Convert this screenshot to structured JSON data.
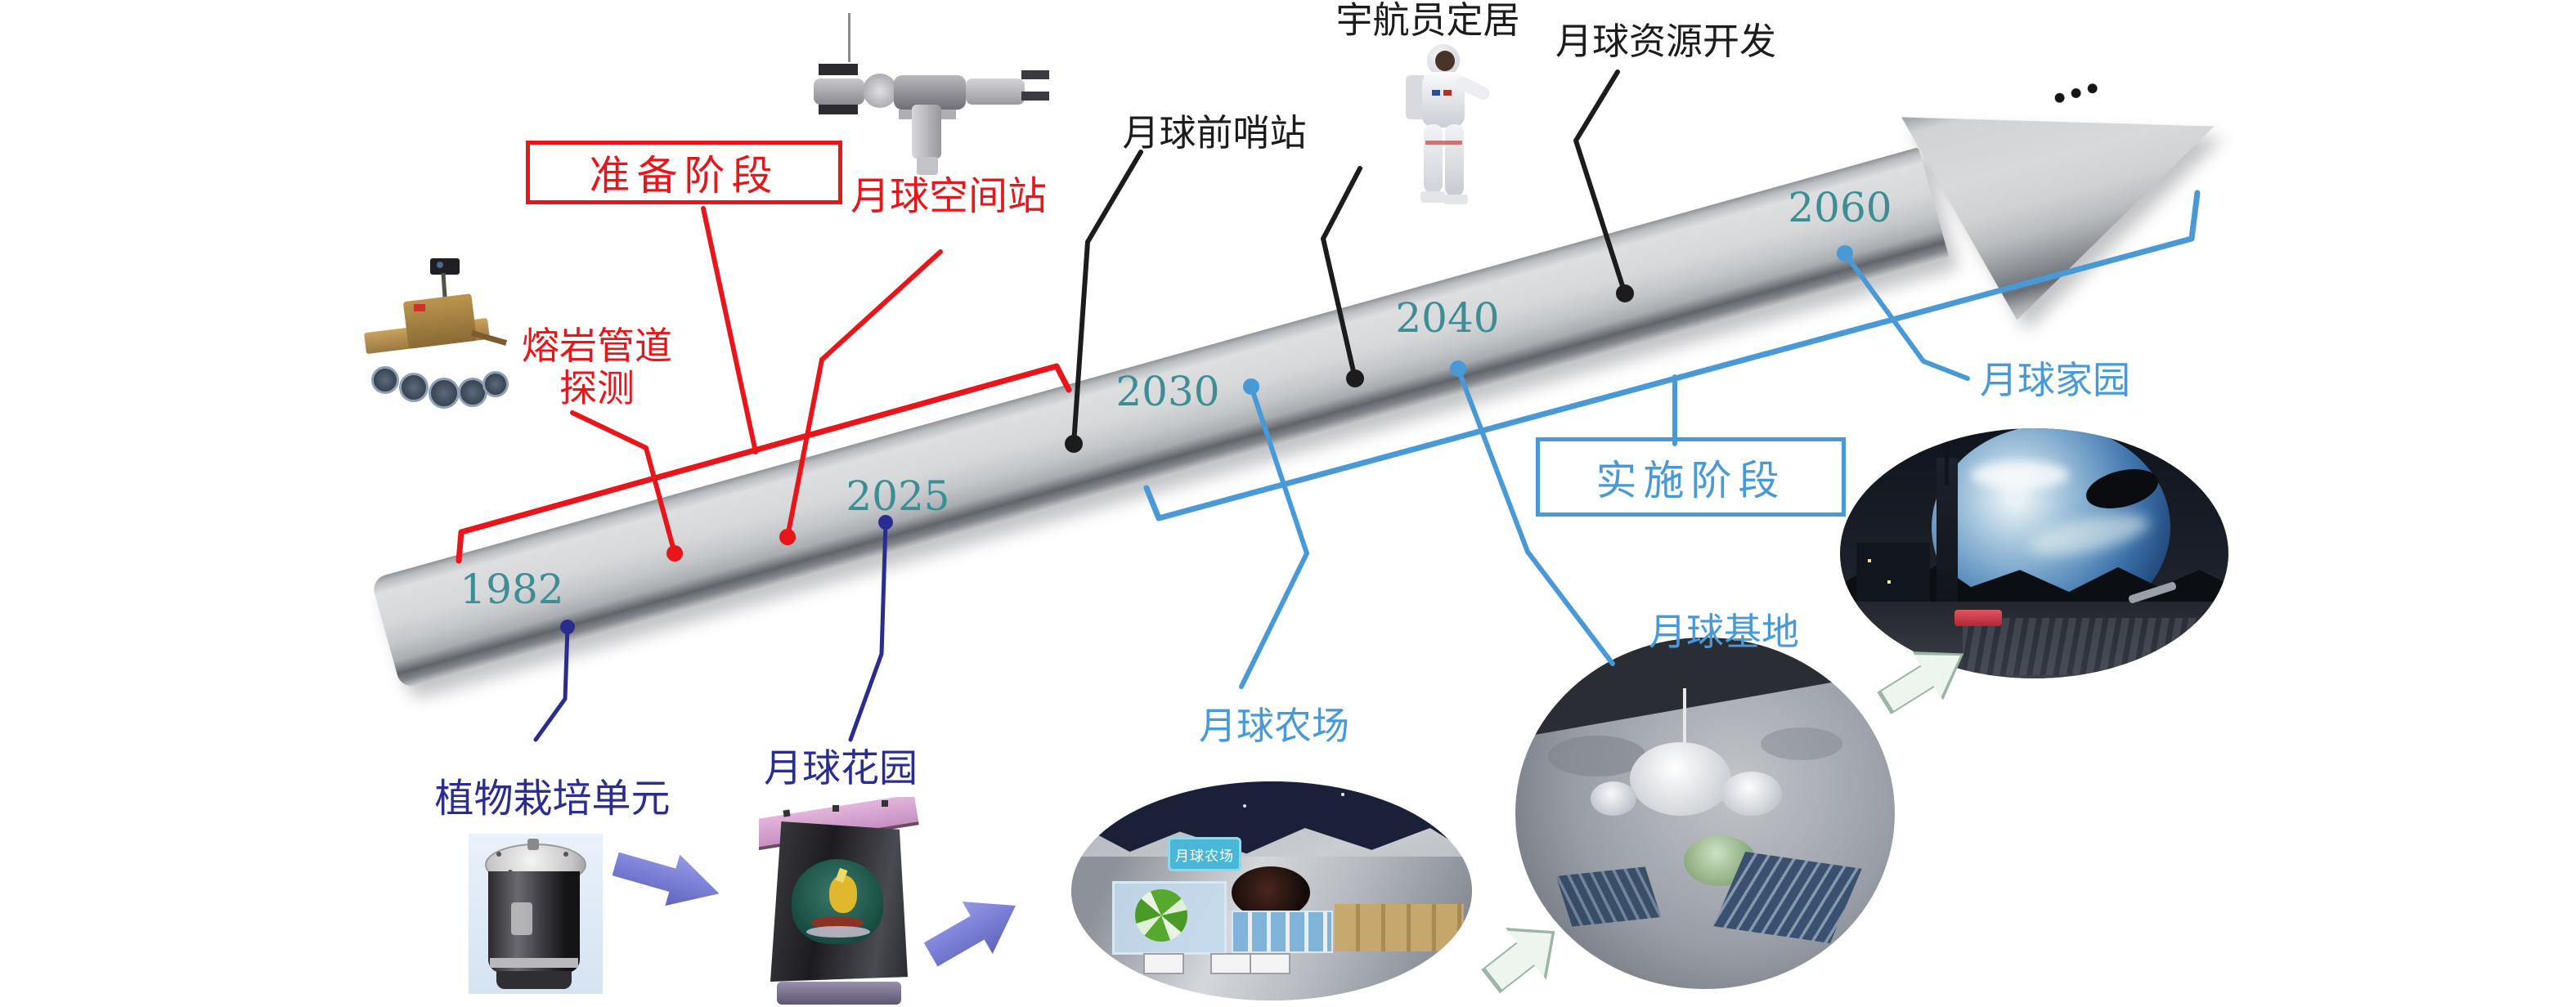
{
  "figure": {
    "type": "timeline-roadmap",
    "language": "zh-CN",
    "subject": "lunar exploration and habitation roadmap"
  },
  "timeline": {
    "years": [
      "1982",
      "2025",
      "2030",
      "2040",
      "2060"
    ],
    "year_color": "#3d8d95",
    "continuation_marker": "…"
  },
  "phases": {
    "prep": "准备阶段",
    "impl": "实施阶段"
  },
  "labels": {
    "lava1": "熔岩管道",
    "lava2": "探测",
    "station": "月球空间站",
    "outpost": "月球前哨站",
    "settlement": "宇航员定居",
    "resources": "月球资源开发",
    "plant": "植物栽培单元",
    "garden": "月球花园",
    "farm": "月球农场",
    "base": "月球基地",
    "home": "月球家园",
    "farm_sign": "月球农场"
  },
  "colors": {
    "phase_prep": "#e8151b",
    "phase_impl": "#4899d6",
    "red_milestones": "#e8151b",
    "black_milestones": "#1c1c1c",
    "navy_milestones": "#2a2d8f",
    "blue_milestones": "#4899d6",
    "year_text": "#3d8d95",
    "arrow_body": "#c3c6c9",
    "purple_arrow": "#7d82d8",
    "pale_arrow": "#eef5ee"
  },
  "images": {
    "rover": "lava-tube-rover-photo",
    "space_station": "lunar-space-station-model",
    "astronaut": "astronaut-figure",
    "plant_unit": "plant-cultivation-canister-photo",
    "garden_device": "lunar-garden-payload-photo",
    "farm_photo": "lunar-farm-concept-photo",
    "base_photo": "lunar-base-concept-photo",
    "home_photo": "lunar-home-earthrise-photo"
  }
}
